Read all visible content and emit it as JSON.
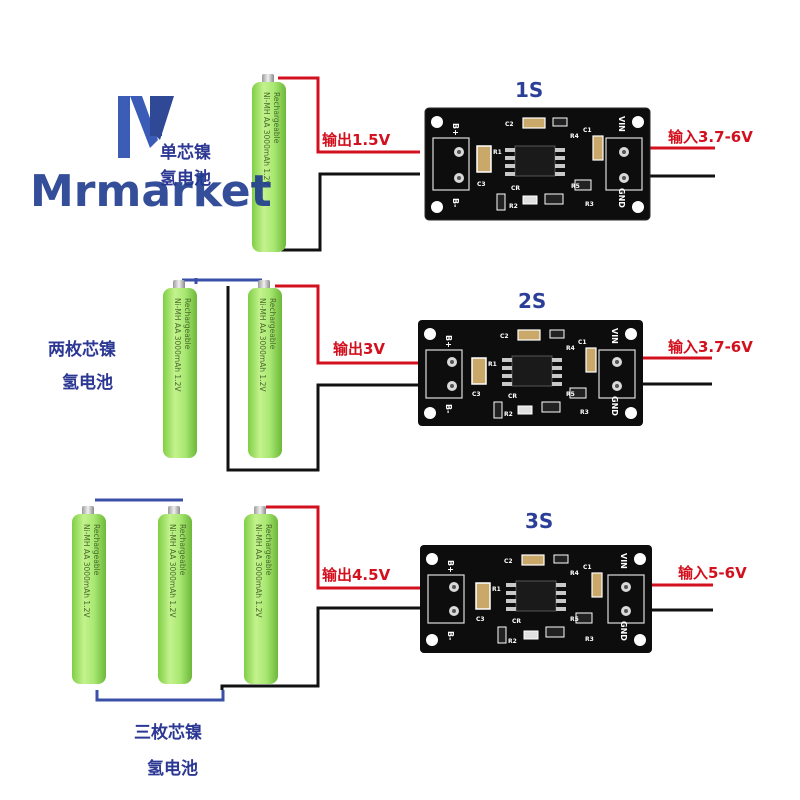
{
  "watermark": {
    "text": "Mrmarket"
  },
  "sections": [
    {
      "title": "1S",
      "output_label": "输出1.5V",
      "input_label": "输入3.7-6V",
      "caption_lines": [
        "单芯镍",
        "氢电池"
      ]
    },
    {
      "title": "2S",
      "output_label": "输出3V",
      "input_label": "输入3.7-6V",
      "caption_lines": [
        "两枚芯镍",
        "氢电池"
      ]
    },
    {
      "title": "3S",
      "output_label": "输出4.5V",
      "input_label": "输入5-6V",
      "caption_lines": [
        "三枚芯镍",
        "氢电池"
      ]
    }
  ],
  "battery": {
    "line1": "Ni-MH AA 3000mAh 1.2V",
    "line2": "Rechargeable"
  },
  "pcb": {
    "left_plus": "B+",
    "left_minus": "B-",
    "right_top": "VIN",
    "right_bottom": "GND",
    "refs": [
      "C2",
      "R4",
      "C1",
      "R1",
      "C3",
      "CR",
      "R3",
      "R5",
      "R2"
    ]
  },
  "colors": {
    "wire_red": "#d2101e",
    "wire_blue": "#3a4fa8",
    "wire_black": "#111111",
    "battery_green": "#a7e870",
    "pcb_black": "#0d0d0d",
    "title_blue": "#2b3f98"
  }
}
